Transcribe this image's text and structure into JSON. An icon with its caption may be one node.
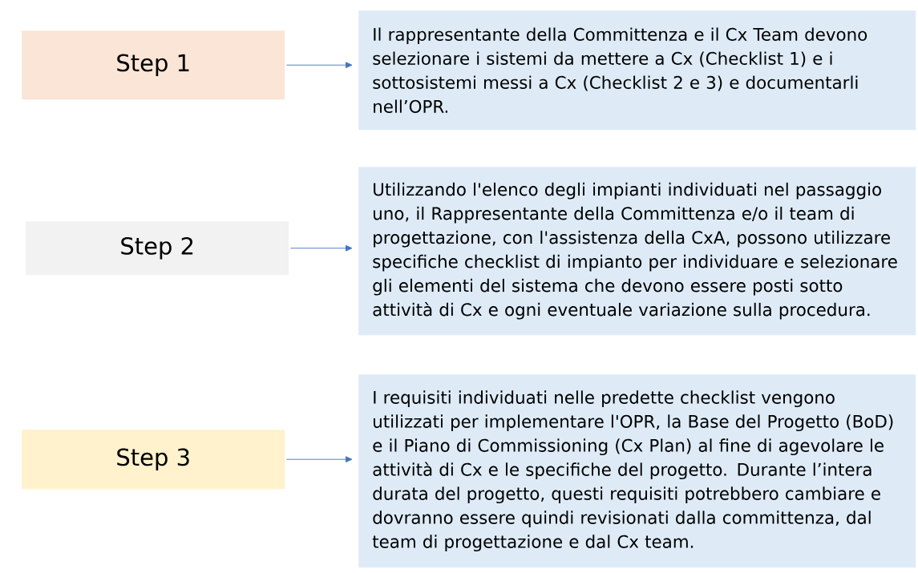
{
  "diagram": {
    "nodes": [
      {
        "text": [
          "Step 1"
        ]
      },
      {
        "text": [
          "Il rappresentante della Committenza e il Cx Team devono selezionare i sistemi da mettere a Cx (Checklist 1) e i sottosistemi messi a Cx (Checklist 2 e 3) e documentarli nell’OPR."
        ]
      },
      {
        "text": [
          "Step 2"
        ]
      },
      {
        "text": [
          "Utilizzando l'elenco degli impianti individuati nel passaggio uno, il Rappresentante della Committenza e/o il team di progettazione, con l'assistenza della CxA, possono utilizzare specifiche checklist di impianto per individuare e selezionare gli elementi del sistema che devono essere posti sotto attività di Cx e ogni eventuale variazione sulla procedura."
        ]
      },
      {
        "text": [
          "Step 3"
        ]
      },
      {
        "text": [
          "I requisiti individuati nelle predette checklist vengono utilizzati per implementare l'OPR, la Base del Progetto (BoD) e il Piano di Commissioning (Cx Plan) al fine di agevolare le attività di Cx e le specifiche del progetto. Durante l’intera durata del progetto, questi requisiti potrebbero cambiare e dovranno essere quindi revisionati dalla committenza, dal team di progettazione e dal Cx team."
        ]
      }
    ],
    "edges": [
      {
        "from": 0,
        "to": 1,
        "arrow": "to"
      },
      {
        "from": 2,
        "to": 3,
        "arrow": "to"
      },
      {
        "from": 4,
        "to": 5,
        "arrow": "to"
      }
    ]
  }
}
